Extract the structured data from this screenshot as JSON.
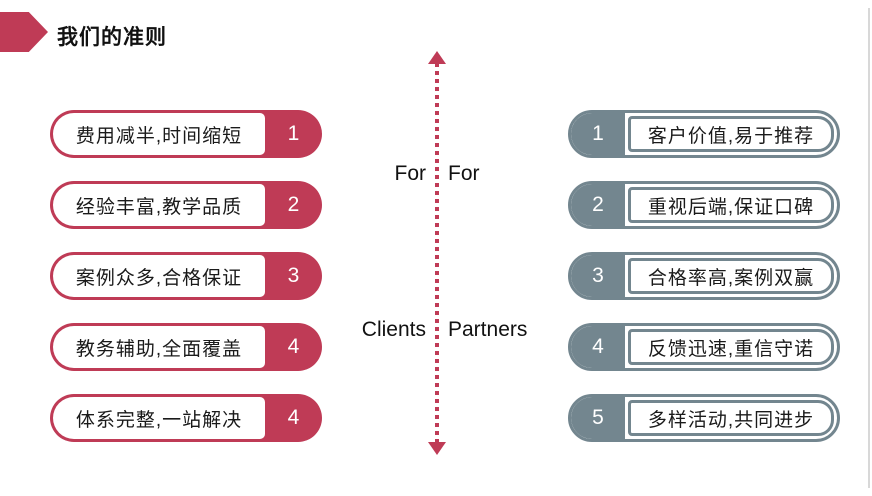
{
  "slide": {
    "title": "我们的准则",
    "accent_color": "#BF3B56",
    "secondary_color": "#73868F"
  },
  "center": {
    "for_clients": {
      "line1": "For",
      "line2": "Clients"
    },
    "for_partners": {
      "line1": "For",
      "line2": "Partners"
    }
  },
  "left_column": {
    "items": [
      {
        "number": "1",
        "text": "费用减半,时间缩短"
      },
      {
        "number": "2",
        "text": "经验丰富,教学品质"
      },
      {
        "number": "3",
        "text": "案例众多,合格保证"
      },
      {
        "number": "4",
        "text": "教务辅助,全面覆盖"
      },
      {
        "number": "4",
        "text": "体系完整,一站解决"
      }
    ]
  },
  "right_column": {
    "items": [
      {
        "number": "1",
        "text": "客户价值,易于推荐"
      },
      {
        "number": "2",
        "text": "重视后端,保证口碑"
      },
      {
        "number": "3",
        "text": "合格率高,案例双赢"
      },
      {
        "number": "4",
        "text": "反馈迅速,重信守诺"
      },
      {
        "number": "5",
        "text": "多样活动,共同进步"
      }
    ]
  }
}
